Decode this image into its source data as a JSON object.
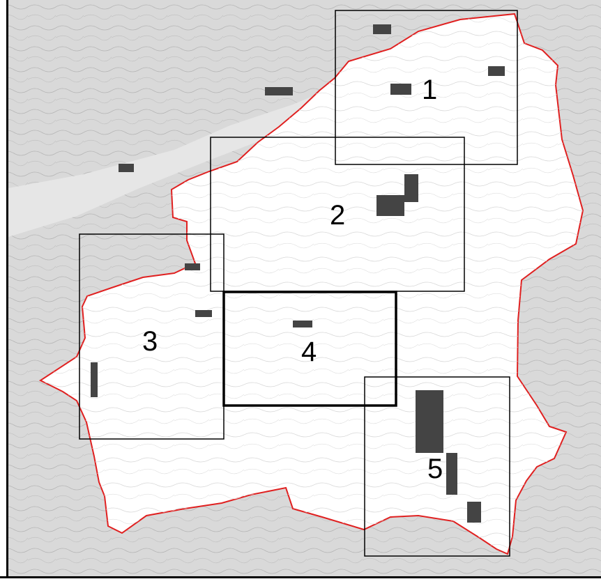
{
  "map": {
    "colors": {
      "background_terrain": "#d9d9d9",
      "study_area_fill": "#ffffff",
      "boundary": "#e02020",
      "box_stroke": "#000000"
    },
    "zones": [
      {
        "label": "1",
        "emphasis": false
      },
      {
        "label": "2",
        "emphasis": false
      },
      {
        "label": "3",
        "emphasis": false
      },
      {
        "label": "4",
        "emphasis": true
      },
      {
        "label": "5",
        "emphasis": false
      }
    ]
  }
}
